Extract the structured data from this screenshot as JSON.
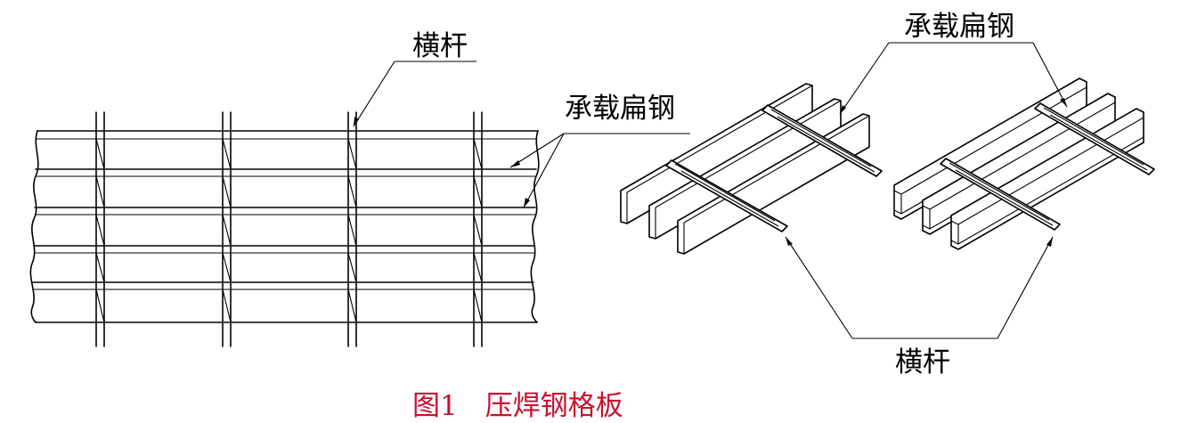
{
  "figure": {
    "caption": "图1　压焊钢格板",
    "labels": {
      "plan_crossbar": "横杆",
      "plan_bearing_bar": "承载扁钢",
      "iso_bearing_bar": "承载扁钢",
      "iso_crossbar": "横杆"
    },
    "colors": {
      "line": "#000000",
      "caption": "#c8102e",
      "background": "#ffffff"
    }
  }
}
